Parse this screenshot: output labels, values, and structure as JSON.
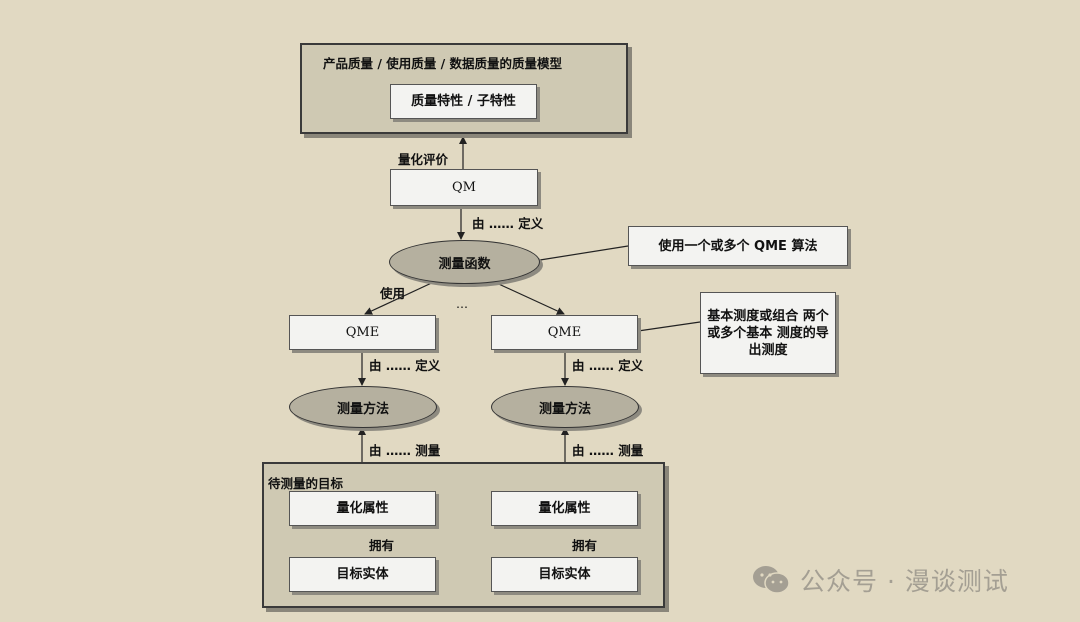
{
  "model_box": {
    "title": "产品质量 / 使用质量 / 数据质量的质量模型",
    "inner": "质量特性 / 子特性"
  },
  "label_quant_eval": "量化评价",
  "qm_box": "QM",
  "label_defined_by_1": "由 …… 定义",
  "measure_function": "测量函数",
  "callout_qme_alg": "使用一个或多个 QME 算法",
  "label_use": "使用",
  "ellipsis": "…",
  "qme_left": "QME",
  "qme_right": "QME",
  "callout_derived": "基本测度或组合 两个或多个基本 测度的导出测度",
  "label_defined_by_left": "由 …… 定义",
  "label_defined_by_right": "由 …… 定义",
  "method_left": "测量方法",
  "method_right": "测量方法",
  "label_measured_left": "由 …… 测量",
  "label_measured_right": "由 …… 测量",
  "target_box": {
    "title": "待测量的目标",
    "attr_left": "量化属性",
    "attr_right": "量化属性",
    "has_left": "拥有",
    "has_right": "拥有",
    "entity_left": "目标实体",
    "entity_right": "目标实体"
  },
  "watermark": "公众号 · 漫谈测试",
  "colors": {
    "background": "#e1d9c2",
    "container": "#cfc9b3",
    "ellipse": "#b5b09f",
    "box": "#f3f3f1"
  }
}
